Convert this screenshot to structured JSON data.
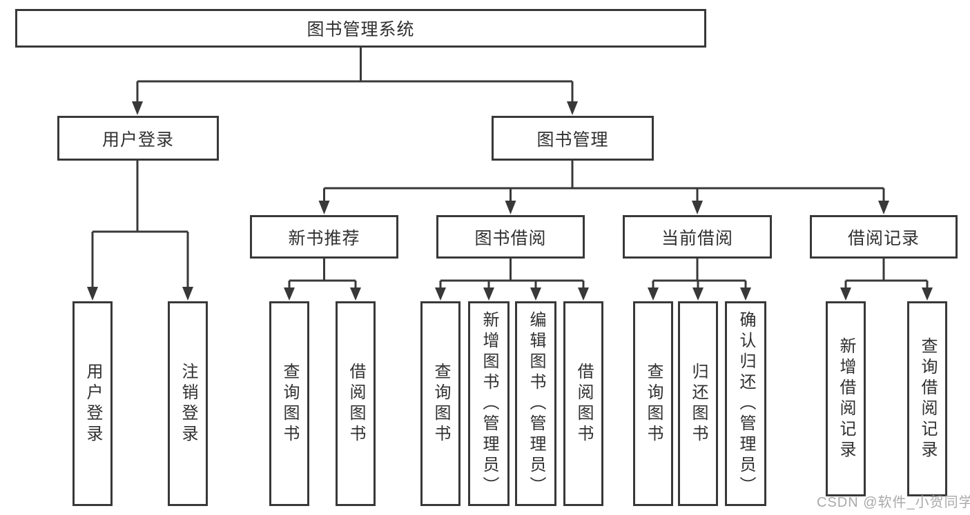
{
  "diagram": {
    "tree": {
      "label": "图书管理系统",
      "children": [
        {
          "label": "用户登录",
          "children": [
            {
              "label": "用户登录"
            },
            {
              "label": "注销登录"
            }
          ]
        },
        {
          "label": "图书管理",
          "children": [
            {
              "label": "新书推荐",
              "children": [
                {
                  "label": "查询图书"
                },
                {
                  "label": "借阅图书"
                }
              ]
            },
            {
              "label": "图书借阅",
              "children": [
                {
                  "label": "查询图书"
                },
                {
                  "label": "新增图书（管理员）"
                },
                {
                  "label": "编辑图书（管理员）"
                },
                {
                  "label": "借阅图书"
                }
              ]
            },
            {
              "label": "当前借阅",
              "children": [
                {
                  "label": "查询图书"
                },
                {
                  "label": "归还图书"
                },
                {
                  "label": "确认归还（管理员）"
                }
              ]
            },
            {
              "label": "借阅记录",
              "children": [
                {
                  "label": "新增借阅记录"
                },
                {
                  "label": "查询借阅记录"
                }
              ]
            }
          ]
        }
      ]
    },
    "colors": {
      "line": "#383838",
      "text": "#303030",
      "box_background": "#ffffff",
      "watermark": "#a9a9a9",
      "background": "#ffffff"
    }
  },
  "watermark": {
    "text": "CSDN @软件_小贺同学"
  }
}
